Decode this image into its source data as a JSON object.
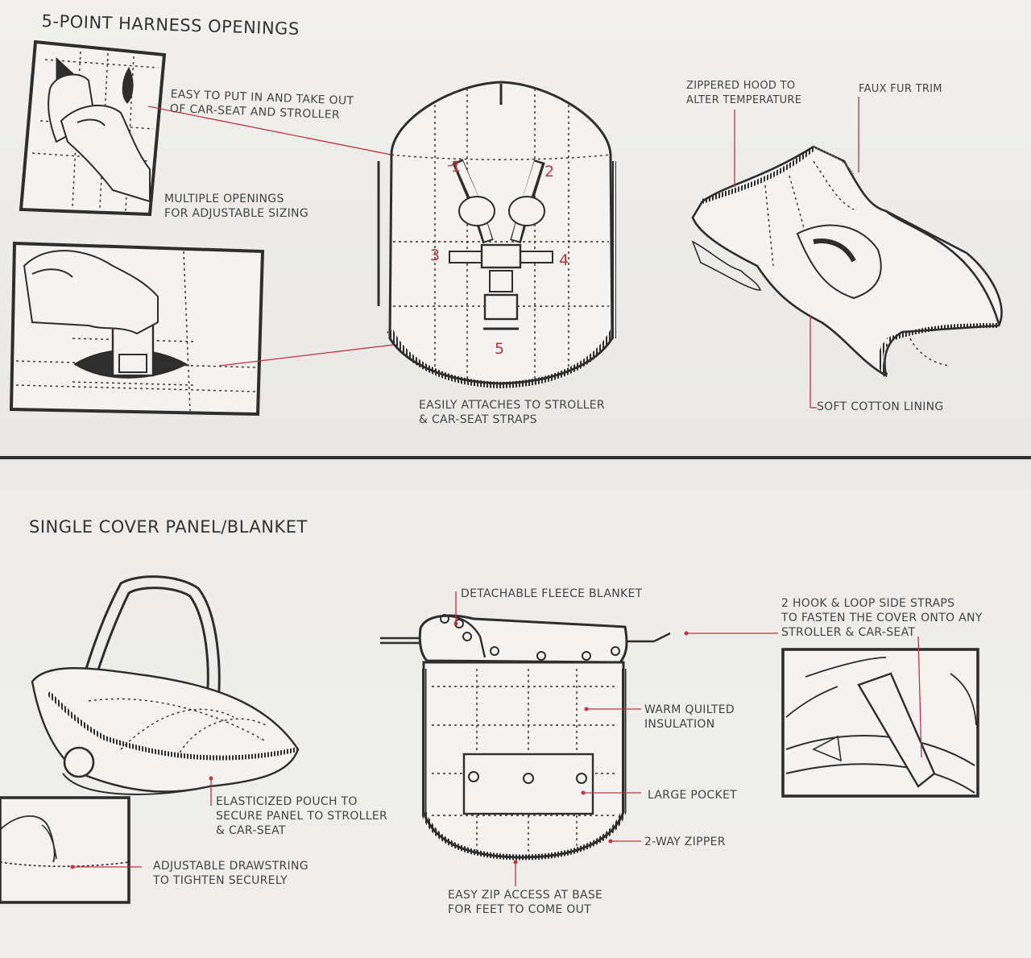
{
  "colors": {
    "accent": "#c0343a",
    "ink": "#2e2e2e",
    "paper": "#efeeec"
  },
  "top": {
    "title": "5-POINT HARNESS OPENINGS",
    "labels": {
      "easy_put_1": "EASY TO PUT IN AND TAKE OUT",
      "easy_put_2": "OF CAR-SEAT AND STROLLER",
      "multiple_1": "MULTIPLE OPENINGS",
      "multiple_2": "FOR ADJUSTABLE SIZING",
      "attaches_1": "EASILY ATTACHES TO STROLLER",
      "attaches_2": "& CAR-SEAT STRAPS",
      "hood_1": "ZIPPERED HOOD TO",
      "hood_2": "ALTER TEMPERATURE",
      "fur": "FAUX FUR TRIM",
      "lining": "SOFT COTTON LINING"
    },
    "harness_numbers": [
      "1",
      "2",
      "3",
      "4",
      "5"
    ]
  },
  "bottom": {
    "title": "SINGLE COVER PANEL/BLANKET",
    "labels": {
      "fleece": "DETACHABLE FLEECE BLANKET",
      "straps_1": "2 HOOK & LOOP SIDE STRAPS",
      "straps_2": "TO FASTEN THE COVER ONTO ANY",
      "straps_3": "STROLLER & CAR-SEAT",
      "quilted_1": "WARM QUILTED",
      "quilted_2": "INSULATION",
      "pocket": "LARGE POCKET",
      "zipper": "2-WAY ZIPPER",
      "zip_base_1": "EASY ZIP ACCESS AT BASE",
      "zip_base_2": "FOR FEET TO COME OUT",
      "pouch_1": "ELASTICIZED POUCH TO",
      "pouch_2": "SECURE PANEL TO STROLLER",
      "pouch_3": "& CAR-SEAT",
      "drawstring_1": "ADJUSTABLE DRAWSTRING",
      "drawstring_2": "TO TIGHTEN SECURELY"
    }
  }
}
